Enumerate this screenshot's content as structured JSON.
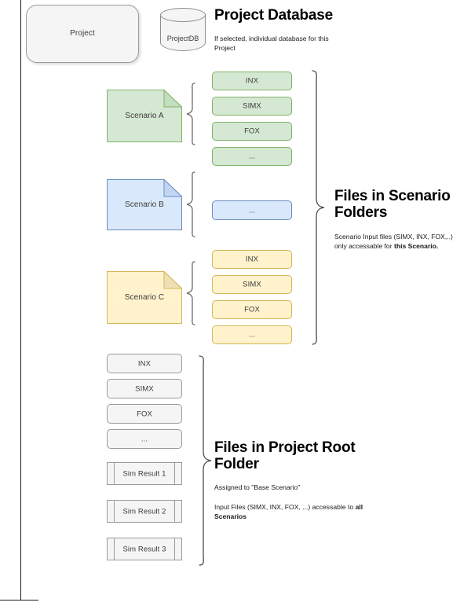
{
  "diagram": {
    "project_node": {
      "label": "Project",
      "shape": "rounded-rectangle",
      "fill": "#f5f5f5",
      "stroke": "#9a9a9a"
    },
    "database_node": {
      "label": "ProjectDB",
      "shape": "cylinder",
      "fill": "#f5f5f5",
      "stroke": "#8d8d8d"
    },
    "sections": [
      {
        "id": "project-database",
        "title": "Project Database",
        "body_lines": [
          {
            "text": "If selected, individual database for this Project",
            "bold": false
          }
        ]
      },
      {
        "id": "files-in-scenario-folders",
        "title": "Files in Scenario Folders",
        "body_lines": [
          {
            "text": "Scenario Input files (SIMX, INX, FOX,..)",
            "bold": false
          },
          {
            "text": "only accessable for ",
            "bold": false,
            "tail": "this Scenario.",
            "tail_bold": true
          }
        ]
      },
      {
        "id": "files-in-project-root-folder",
        "title": "Files in Project Root Folder",
        "body_lines": [
          {
            "text": "Assigned to \"Base Scenario\"",
            "bold": false
          },
          {
            "text": "Input Files (SIMX, INX, FOX, ...) accessable to ",
            "bold": false,
            "tail": "all Scenarios",
            "tail_bold": true
          }
        ]
      }
    ],
    "scenarios": [
      {
        "id": "scenario-a",
        "label": "Scenario A",
        "color_name": "green",
        "fill": "#d5e8d4",
        "stroke": "#82b366",
        "fold_fill": "#c3ddc1",
        "files": [
          "INX",
          "SIMX",
          "FOX",
          "..."
        ]
      },
      {
        "id": "scenario-b",
        "label": "Scenario B",
        "color_name": "blue",
        "fill": "#dae8fc",
        "stroke": "#6c8ebf",
        "fold_fill": "#c2d6f2",
        "files": [
          "..."
        ]
      },
      {
        "id": "scenario-c",
        "label": "Scenario C",
        "color_name": "yellow",
        "fill": "#fff2cc",
        "stroke": "#d6b656",
        "fold_fill": "#eee0b4",
        "files": [
          "INX",
          "SIMX",
          "FOX",
          "..."
        ]
      }
    ],
    "root_files": [
      {
        "label": "INX",
        "shape": "chip"
      },
      {
        "label": "SIMX",
        "shape": "chip"
      },
      {
        "label": "FOX",
        "shape": "chip"
      },
      {
        "label": "...",
        "shape": "chip"
      },
      {
        "label": "Sim Result 1",
        "shape": "predefined-process"
      },
      {
        "label": "Sim Result 2",
        "shape": "predefined-process"
      },
      {
        "label": "Sim Result 3",
        "shape": "predefined-process"
      }
    ],
    "colors": {
      "green_fill": "#d5e8d4",
      "green_stroke": "#82b366",
      "blue_fill": "#dae8fc",
      "blue_stroke": "#6c8ebf",
      "yellow_fill": "#fff2cc",
      "yellow_stroke": "#d6b656",
      "grey_fill": "#f5f5f5",
      "grey_stroke": "#9a9a9a",
      "brace_stroke": "#4d4d4d",
      "text": "#1a1a1a",
      "background": "#ffffff"
    }
  }
}
